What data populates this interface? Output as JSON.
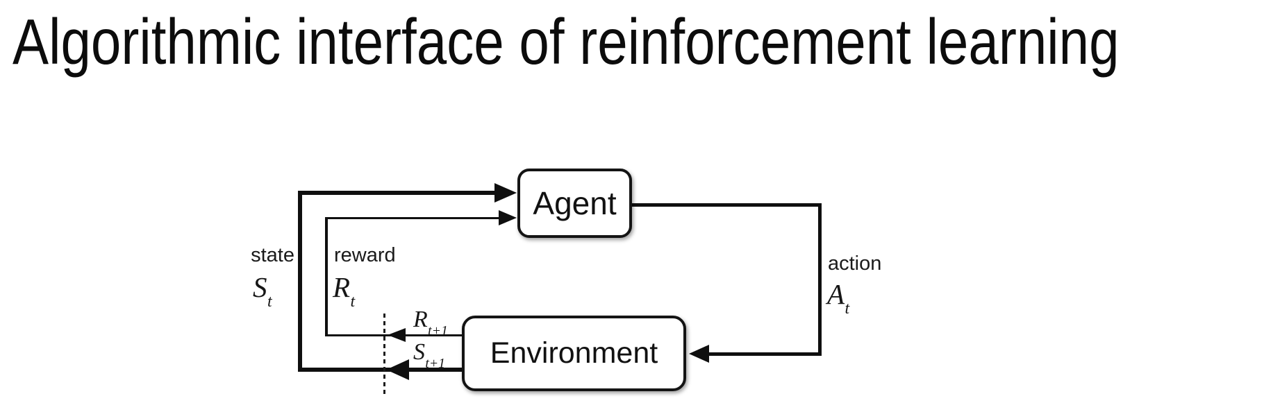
{
  "title": "Algorithmic interface of reinforcement learning",
  "diagram": {
    "agent": {
      "label": "Agent"
    },
    "environment": {
      "label": "Environment"
    },
    "state": {
      "word": "state",
      "symbol": "S",
      "subscript": "t"
    },
    "reward": {
      "word": "reward",
      "symbol": "R",
      "subscript": "t"
    },
    "action": {
      "word": "action",
      "symbol": "A",
      "subscript": "t"
    },
    "next_reward": {
      "symbol": "R",
      "subscript": "t+1"
    },
    "next_state": {
      "symbol": "S",
      "subscript": "t+1"
    },
    "colors": {
      "ink": "#0f0f0f",
      "background": "#ffffff"
    }
  }
}
